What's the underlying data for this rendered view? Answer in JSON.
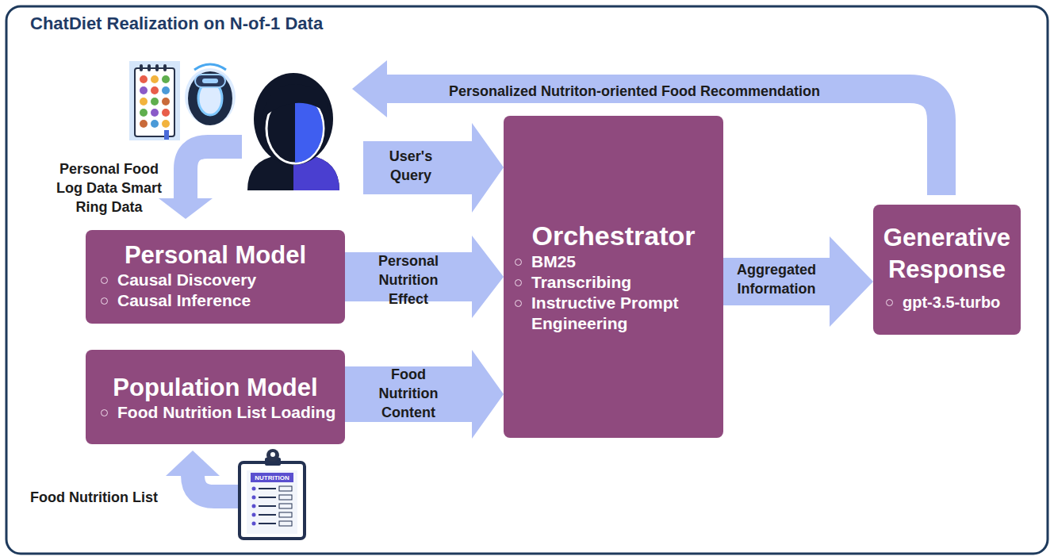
{
  "diagram": {
    "title": "ChatDiet Realization on N-of-1 Data",
    "nodes": [
      {
        "text": [
          "Personal Model",
          "Causal Discovery",
          "Causal Inference"
        ]
      },
      {
        "text": [
          "Population Model",
          "Food Nutrition List Loading"
        ]
      },
      {
        "text": [
          "Orchestrator",
          "BM25",
          "Transcribing",
          "Instructive Prompt Engineering"
        ]
      },
      {
        "text": [
          "Generative Response",
          "gpt-3.5-turbo"
        ]
      }
    ],
    "edges": [
      {
        "from": 0,
        "to": 2,
        "label": "Personal Nutrition Effect",
        "arrow": "to"
      },
      {
        "from": 1,
        "to": 2,
        "label": "Food Nutrition Content",
        "arrow": "to"
      },
      {
        "from": 2,
        "to": 3,
        "label": "Aggregated Information",
        "arrow": "to"
      }
    ],
    "labels": [
      "Personalized Nutriton-oriented Food Recommendation",
      "User's Query",
      "Personal Food Log Data Smart Ring Data",
      "Food Nutrition List",
      "NUTRITION"
    ]
  }
}
